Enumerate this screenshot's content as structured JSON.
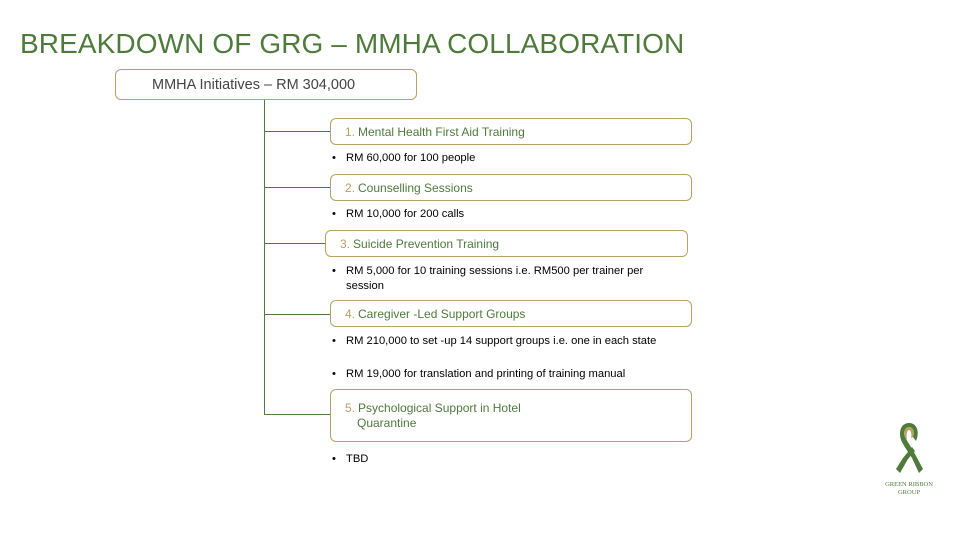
{
  "title": "BREAKDOWN OF GRG – MMHA COLLABORATION",
  "root": {
    "label": "MMHA  Initiatives – RM 304,000"
  },
  "initiatives": [
    {
      "num": "1.",
      "label": "Mental  Health  First  Aid  Training",
      "bullets": [
        "RM 60,000  for  100 people"
      ]
    },
    {
      "num": "2.",
      "label": "Counselling   Sessions",
      "bullets": [
        "RM 10,000  for  200  calls"
      ]
    },
    {
      "num": "3.",
      "label": "Suicide   Prevention   Training",
      "bullets": [
        "RM 5,000 for 10 training sessions i.e. RM500 per trainer per session"
      ]
    },
    {
      "num": "4.",
      "label": "Caregiver  -Led  Support   Groups",
      "bullets": [
        "RM 210,000 to set -up 14 support groups i.e. one in each state",
        "RM 19,000 for translation and printing of training manual"
      ]
    },
    {
      "num": "5.",
      "label_line1": "Psychological  Support   in  Hotel",
      "label_line2": "Quarantine",
      "bullets": [
        "TBD"
      ]
    }
  ],
  "logo": {
    "line1": "GREEN RIBBON",
    "line2": "GROUP",
    "icon": "green-ribbon-icon"
  },
  "colors": {
    "title": "#4e7a3c",
    "border": "#b8a165",
    "connector": "#4e7a3c"
  }
}
